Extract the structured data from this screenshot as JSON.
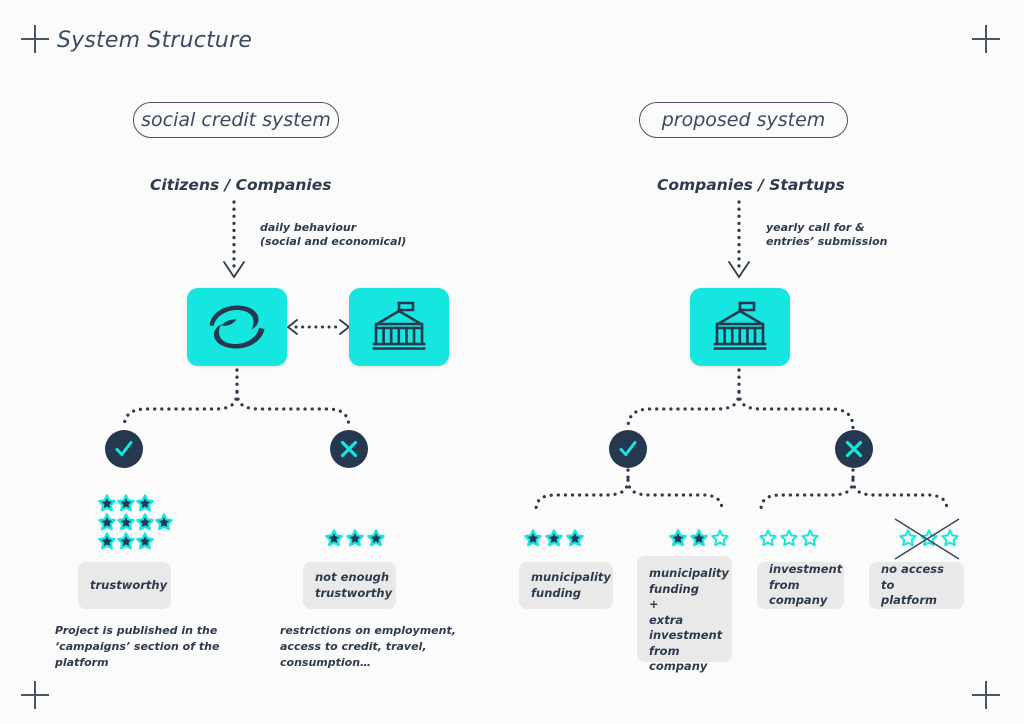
{
  "page": {
    "title": "System Structure",
    "background": "#fbfbfb",
    "accent": "#16e6e0",
    "ink": "#2e3b4e",
    "chip_bg": "#e9e9ea",
    "corner_marks": [
      "plus-top-left",
      "plus-top-right",
      "plus-bottom-left",
      "plus-bottom-right"
    ]
  },
  "columns": [
    {
      "id": "social-credit-system",
      "pill_label": "social credit system",
      "actor_label": "Citizens / Companies",
      "arrow_label": "daily behaviour\n(social and economical)",
      "arrow_label_line1": "daily behaviour",
      "arrow_label_line2": "(social and economical)",
      "boxes": [
        {
          "icon": "alibaba-logo-icon",
          "name": "alibaba-platform-box"
        },
        {
          "icon": "government-building-icon",
          "name": "government-box"
        }
      ],
      "link_between_boxes": "bidirectional-dotted-arrow",
      "outcomes": [
        {
          "id": "trustworthy",
          "badge": "check",
          "stars_layout": "grid-3x3",
          "stars_filled": 9,
          "stars_total": 9,
          "chip": "trustworthy",
          "note": "Project is published in the ‘campaigns’ section of the platform",
          "crossed_out": false
        },
        {
          "id": "not-enough-trustworthy",
          "badge": "cross",
          "stars_layout": "row",
          "stars_filled": 3,
          "stars_total": 3,
          "chip": "not enough trustworthy",
          "note": "restrictions on employment, access to credit, travel, consumption…",
          "crossed_out": false
        }
      ]
    },
    {
      "id": "proposed-system",
      "pill_label": "proposed system",
      "actor_label": "Companies / Startups",
      "arrow_label_line1": "yearly call for &",
      "arrow_label_line2": "entries’ submission",
      "boxes": [
        {
          "icon": "government-building-icon",
          "name": "municipality-box"
        }
      ],
      "outcomes": [
        {
          "id": "municipality-funding",
          "badge": "check",
          "stars_layout": "row",
          "stars_filled": 3,
          "stars_total": 3,
          "chip": "municipality funding",
          "crossed_out": false
        },
        {
          "id": "municipality-funding-plus-extra",
          "badge": "check",
          "stars_layout": "row",
          "stars_filled": 2,
          "stars_total": 3,
          "chip": "municipality funding\n+\nextra investment from company",
          "chip_lines": [
            "municipality",
            "funding",
            "+",
            "extra",
            "investment",
            "from company"
          ],
          "crossed_out": false
        },
        {
          "id": "investment-from-company",
          "badge": "cross",
          "stars_layout": "row",
          "stars_filled": 0,
          "stars_total": 3,
          "chip": "investment from company",
          "crossed_out": false
        },
        {
          "id": "no-access-to-platform",
          "badge": "cross",
          "stars_layout": "row",
          "stars_filled": 0,
          "stars_total": 3,
          "chip": "no access to platform",
          "crossed_out": true
        }
      ]
    }
  ],
  "badges": {
    "check_glyph": "✓",
    "cross_glyph": "X"
  }
}
